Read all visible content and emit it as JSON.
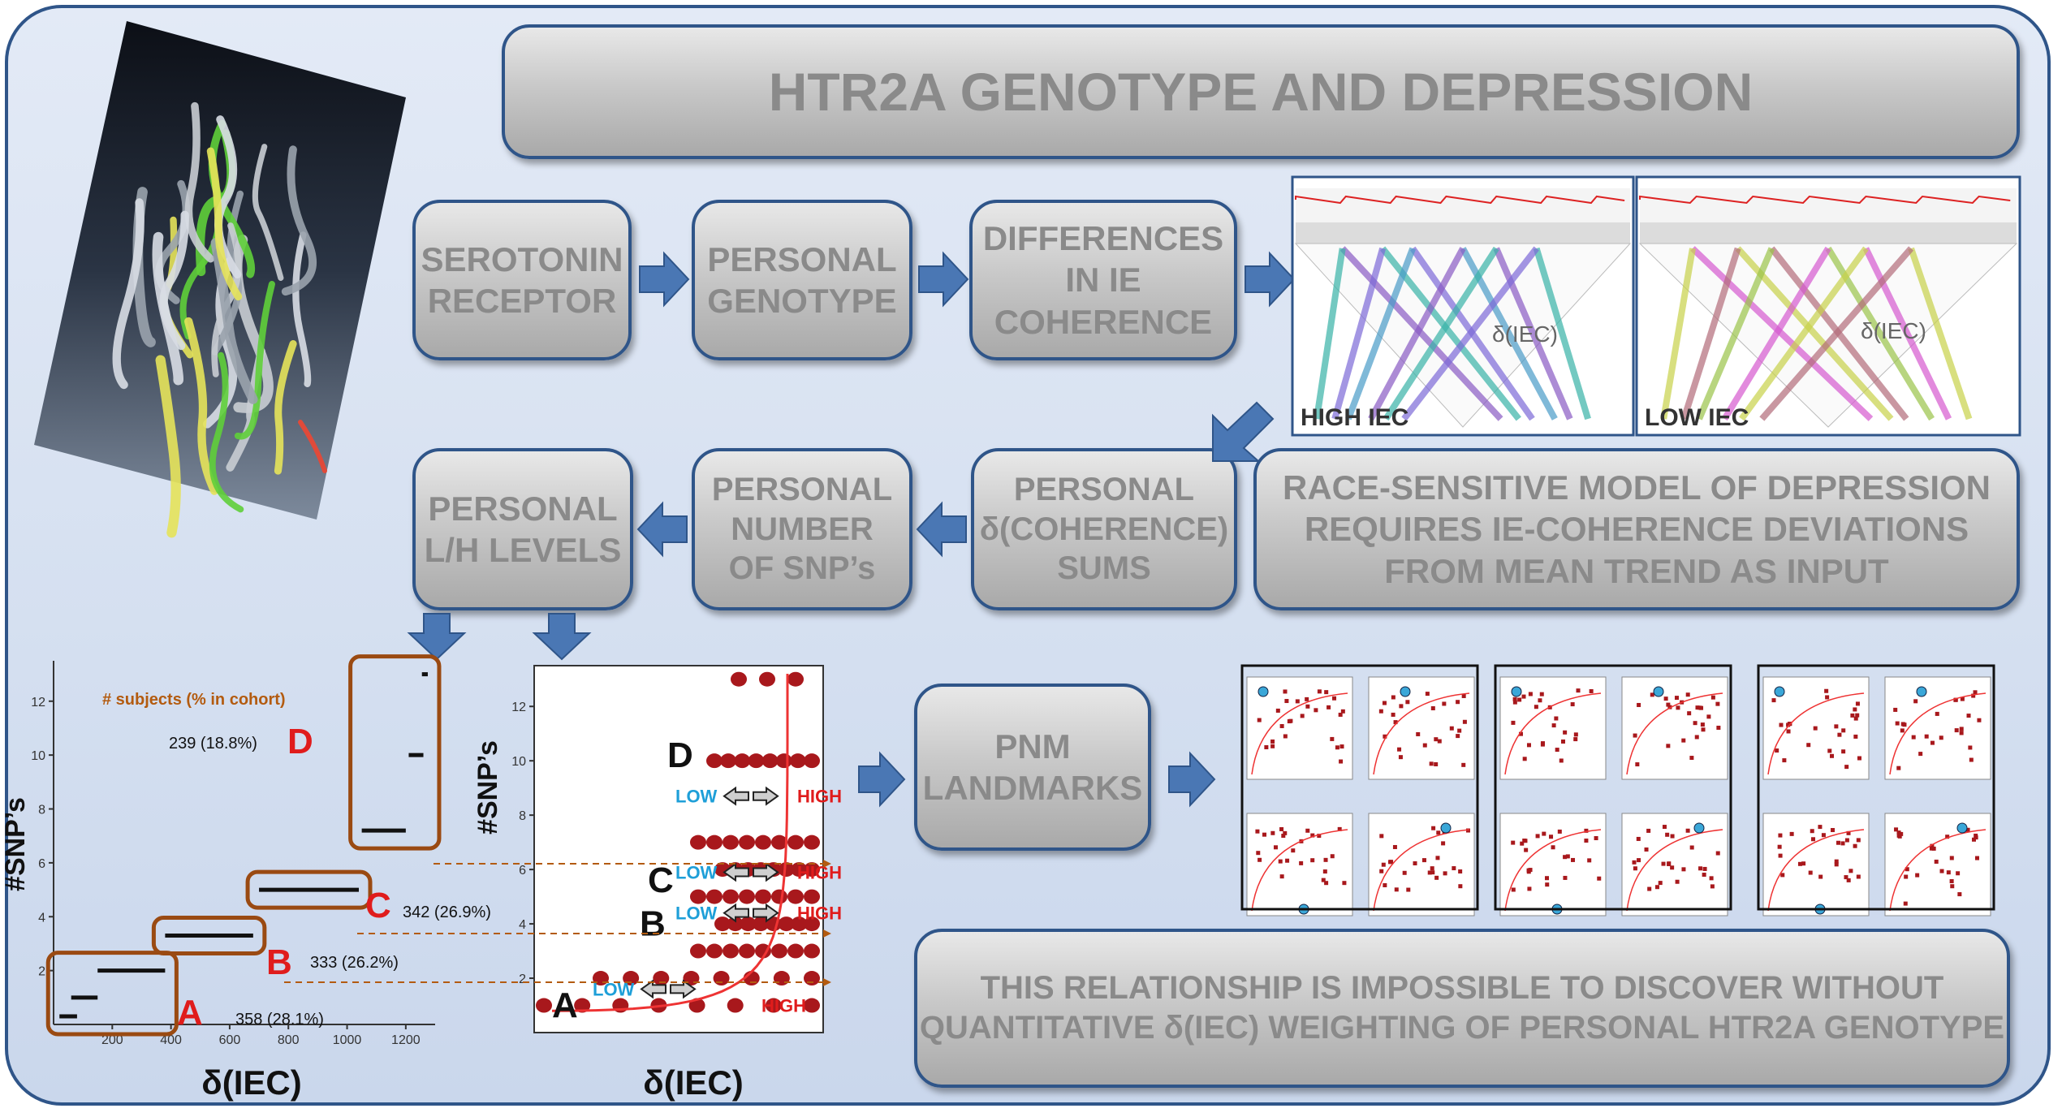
{
  "title": "HTR2A GENOTYPE AND DEPRESSION",
  "boxes": {
    "serotonin": "SEROTONIN\nRECEPTOR",
    "genotype": "PERSONAL\nGENOTYPE",
    "differences": "DIFFERENCES\nIN IE\nCOHERENCE",
    "sums": "PERSONAL\nδ(COHERENCE)\nSUMS",
    "snps": "PERSONAL\nNUMBER\nOF SNP’s",
    "levels": "PERSONAL\nL/H LEVELS",
    "pnm": "PNM\nLANDMARKS",
    "model": "RACE-SENSITIVE MODEL OF DEPRESSION\nREQUIRES IE-COHERENCE DEVIATIONS\nFROM MEAN TREND AS INPUT",
    "note": "THIS RELATIONSHIP IS IMPOSSIBLE TO DISCOVER WITHOUT\nQUANTITATIVE δ(IEC) WEIGHTING OF PERSONAL HTR2A GENOTYPE"
  },
  "heatmaps": {
    "high_label": "HIGH IEC",
    "low_label": "LOW IEC",
    "inner_label": "δ(IEC)"
  },
  "colors": {
    "border": "#2f5589",
    "arrow": "#4a77b4",
    "red_label": "#e01c1c",
    "brown_box": "#9a4a12",
    "dot": "#a8181c",
    "low": "#1e9fd8",
    "high": "#e01c1c"
  },
  "chart_left": {
    "ylabel": "#SNP’s",
    "xlabel": "δ(IEC)",
    "legend_title": "# subjects (% in cohort)",
    "yticks": [
      "2",
      "4",
      "6",
      "8",
      "10",
      "12"
    ],
    "xticks": [
      "200",
      "400",
      "600",
      "800",
      "1000",
      "1200"
    ],
    "groups": [
      {
        "label": "A",
        "count": "358 (28.1%)"
      },
      {
        "label": "B",
        "count": "333 (26.2%)"
      },
      {
        "label": "C",
        "count": "342 (26.9%)"
      },
      {
        "label": "D",
        "count": "239 (18.8%)"
      }
    ]
  },
  "chart_right": {
    "ylabel": "#SNP’s",
    "xlabel": "δ(IEC)",
    "yticks": [
      "2",
      "4",
      "6",
      "8",
      "10",
      "12"
    ],
    "groups": [
      "A",
      "B",
      "C",
      "D"
    ],
    "low": "LOW",
    "high": "HIGH"
  },
  "chart_data": [
    {
      "type": "line",
      "title": "",
      "xlabel": "δ(IEC)",
      "ylabel": "#SNP’s",
      "xlim": [
        0,
        1300
      ],
      "ylim": [
        0,
        13.5
      ],
      "series": [
        {
          "name": "A",
          "segments": [
            [
              20,
              80,
              0.3
            ],
            [
              60,
              150,
              1
            ],
            [
              150,
              380,
              2
            ]
          ]
        },
        {
          "name": "B",
          "segments": [
            [
              380,
              680,
              3.3
            ]
          ]
        },
        {
          "name": "C",
          "segments": [
            [
              700,
              1040,
              5
            ]
          ]
        },
        {
          "name": "D",
          "segments": [
            [
              1050,
              1200,
              7.2
            ],
            [
              1210,
              1260,
              10
            ],
            [
              1255,
              1275,
              13
            ]
          ]
        }
      ]
    },
    {
      "type": "scatter",
      "xlabel": "δ(IEC)",
      "ylabel": "#SNP’s",
      "ylim": [
        0,
        13.5
      ],
      "y_levels": [
        1,
        2,
        3,
        4,
        5,
        6,
        7,
        10,
        13
      ]
    }
  ]
}
